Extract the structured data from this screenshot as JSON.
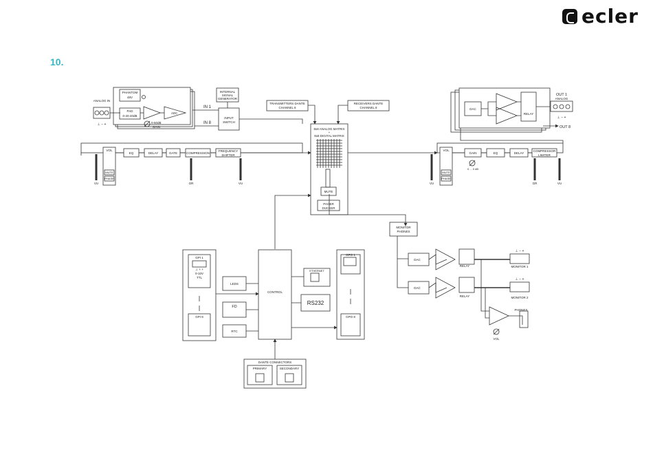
{
  "header": {
    "logo_text": "ecler",
    "section_number": "10."
  },
  "colors": {
    "accent": "#37b7c4",
    "line": "#333333",
    "text": "#222222"
  },
  "input": {
    "analog_in": "ANALOG IN",
    "connector_pins": "⊥ − +",
    "phantom": "PHANTOM",
    "phantom_v": "48V",
    "pad": "PAD",
    "pad_range": "0-20-40dB",
    "gain": "0-50dB",
    "gain_word": "GAIN",
    "adc": "ADC",
    "in1": "IN 1",
    "in8": "IN 8",
    "internal_gen": [
      "INTERNAL",
      "SIGNAL",
      "GENERATOR"
    ],
    "input_switch": [
      "INPUT",
      "SWITCH"
    ]
  },
  "chain_in": {
    "vol": "VOL",
    "mute": "MUTE",
    "phase": "PHASE",
    "eq": "EQ",
    "delay": "DELAY",
    "gate": "GATE",
    "compression": "COMPRESSION",
    "freq_shifter": [
      "FREQUENCY",
      "SHIFTER"
    ],
    "vu": "VU",
    "gr": "GR"
  },
  "matrix": {
    "transmitters": [
      "TRANSMITTERS DANTE",
      "CHANNEL 8"
    ],
    "receivers": [
      "RECEIVERS DANTE",
      "CHANNEL 8"
    ],
    "analog_matrix": "8x8 ANALOG MATRIX",
    "plus": "+",
    "digital_matrix": "8x8 DIGITAL MATRIX",
    "mute": "MUTE",
    "ducker": [
      "PAGER",
      "DUCKER"
    ]
  },
  "chain_out": {
    "vol": "VOL",
    "mute": "MUTE",
    "phase": "PHASE",
    "gain": "GAIN",
    "gain_range": "0 ... 0 dB",
    "eq": "EQ",
    "delay": "DELAY",
    "compressor": [
      "COMPRESSOR",
      "LIMITER"
    ],
    "gr": "GR",
    "vu": "VU"
  },
  "output": {
    "out1": "OUT 1",
    "analog": "ANALOG",
    "dac": "DAC",
    "relay": "RELAY",
    "out8": "OUT 8",
    "connector_pins": "⊥ − +"
  },
  "control": {
    "gpi1": "GPI 1",
    "gpi_range": "0-10V",
    "ttl": "TTL",
    "gpi_pins": "⊥ + +",
    "gpi8": "GPI 8",
    "leds": "LEDS",
    "fd": "FD",
    "rtc": "RTC",
    "control": "CONTROL",
    "ethernet": "ETHERNET",
    "rs232": "RS232",
    "gpo1": "GPO 1",
    "gpo8": "GPO 8"
  },
  "dante": {
    "title": "DANTE CONNECTORS",
    "primary": "PRIMARY",
    "secondary": "SECONDARY"
  },
  "monitor": {
    "monitor_phones": [
      "MONITOR",
      "PHONES"
    ],
    "dac": "DAC",
    "relay": "RELAY",
    "monitor1": "MONITOR 1",
    "monitor2": "MONITOR 2",
    "phones": "PHONES",
    "vol": "VOL",
    "connector_pins": "⊥ − +"
  }
}
